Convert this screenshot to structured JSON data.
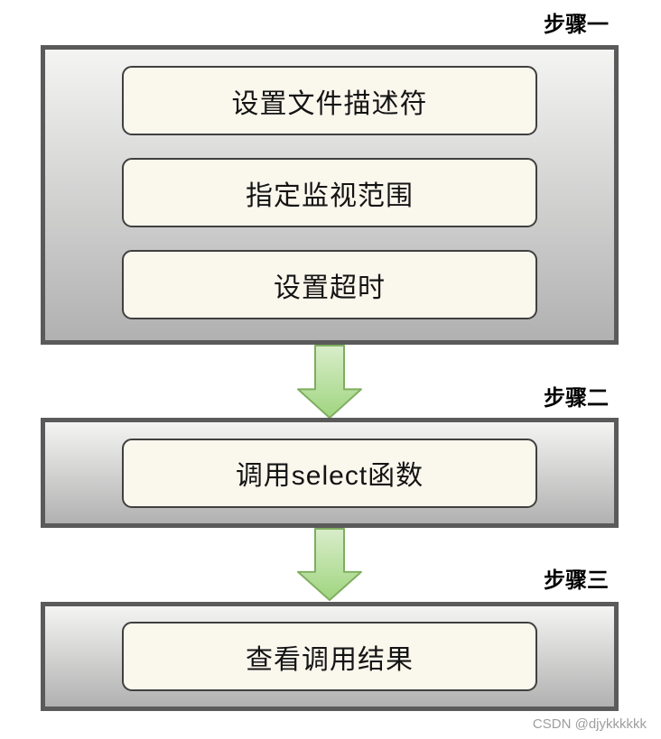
{
  "steps": [
    {
      "label": "步骤一",
      "boxes": [
        "设置文件描述符",
        "指定监视范围",
        "设置超时"
      ]
    },
    {
      "label": "步骤二",
      "boxes": [
        "调用select函数"
      ]
    },
    {
      "label": "步骤三",
      "boxes": [
        "查看调用结果"
      ]
    }
  ],
  "watermark": "CSDN @djykkkkkk",
  "colors": {
    "panel-border": "#5a5a5a",
    "panel-grad-top": "#f4f4f3",
    "panel-grad-bottom": "#b1b1b1",
    "node-fill": "#faf7ed",
    "node-border": "#404040",
    "arrow-fill-top": "#d9edca",
    "arrow-fill-bottom": "#9fd57f",
    "arrow-stroke": "#7fae5f",
    "label-color": "#000000",
    "node-text-color": "#141414",
    "watermark-color": "#9e9e9e"
  }
}
